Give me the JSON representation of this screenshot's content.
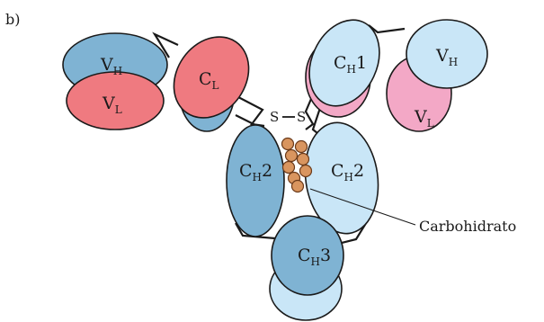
{
  "panel_label": "b)",
  "colors": {
    "heavy_dark_blue": "#7fb3d3",
    "heavy_light_blue": "#c9e6f7",
    "light_chain_red": "#ef7a80",
    "light_chain_pink": "#f3a8c6",
    "carbohydrate": "#d9955f"
  },
  "domains": {
    "vh_left": {
      "main": "V",
      "sub": "H"
    },
    "vl_left": {
      "main": "V",
      "sub": "L"
    },
    "cl_left": {
      "main": "C",
      "sub": "L"
    },
    "ch1_right": {
      "main": "C",
      "sub": "H",
      "suffix": "1"
    },
    "vh_right": {
      "main": "V",
      "sub": "H"
    },
    "vl_right": {
      "main": "V",
      "sub": "L"
    },
    "ch2_left": {
      "main": "C",
      "sub": "H",
      "suffix": "2"
    },
    "ch2_right": {
      "main": "C",
      "sub": "H",
      "suffix": "2"
    },
    "ch3": {
      "main": "C",
      "sub": "H",
      "suffix": "3"
    }
  },
  "disulfide": {
    "s1": "S",
    "s2": "S"
  },
  "carbohydrate_label": "Carbohidrato"
}
